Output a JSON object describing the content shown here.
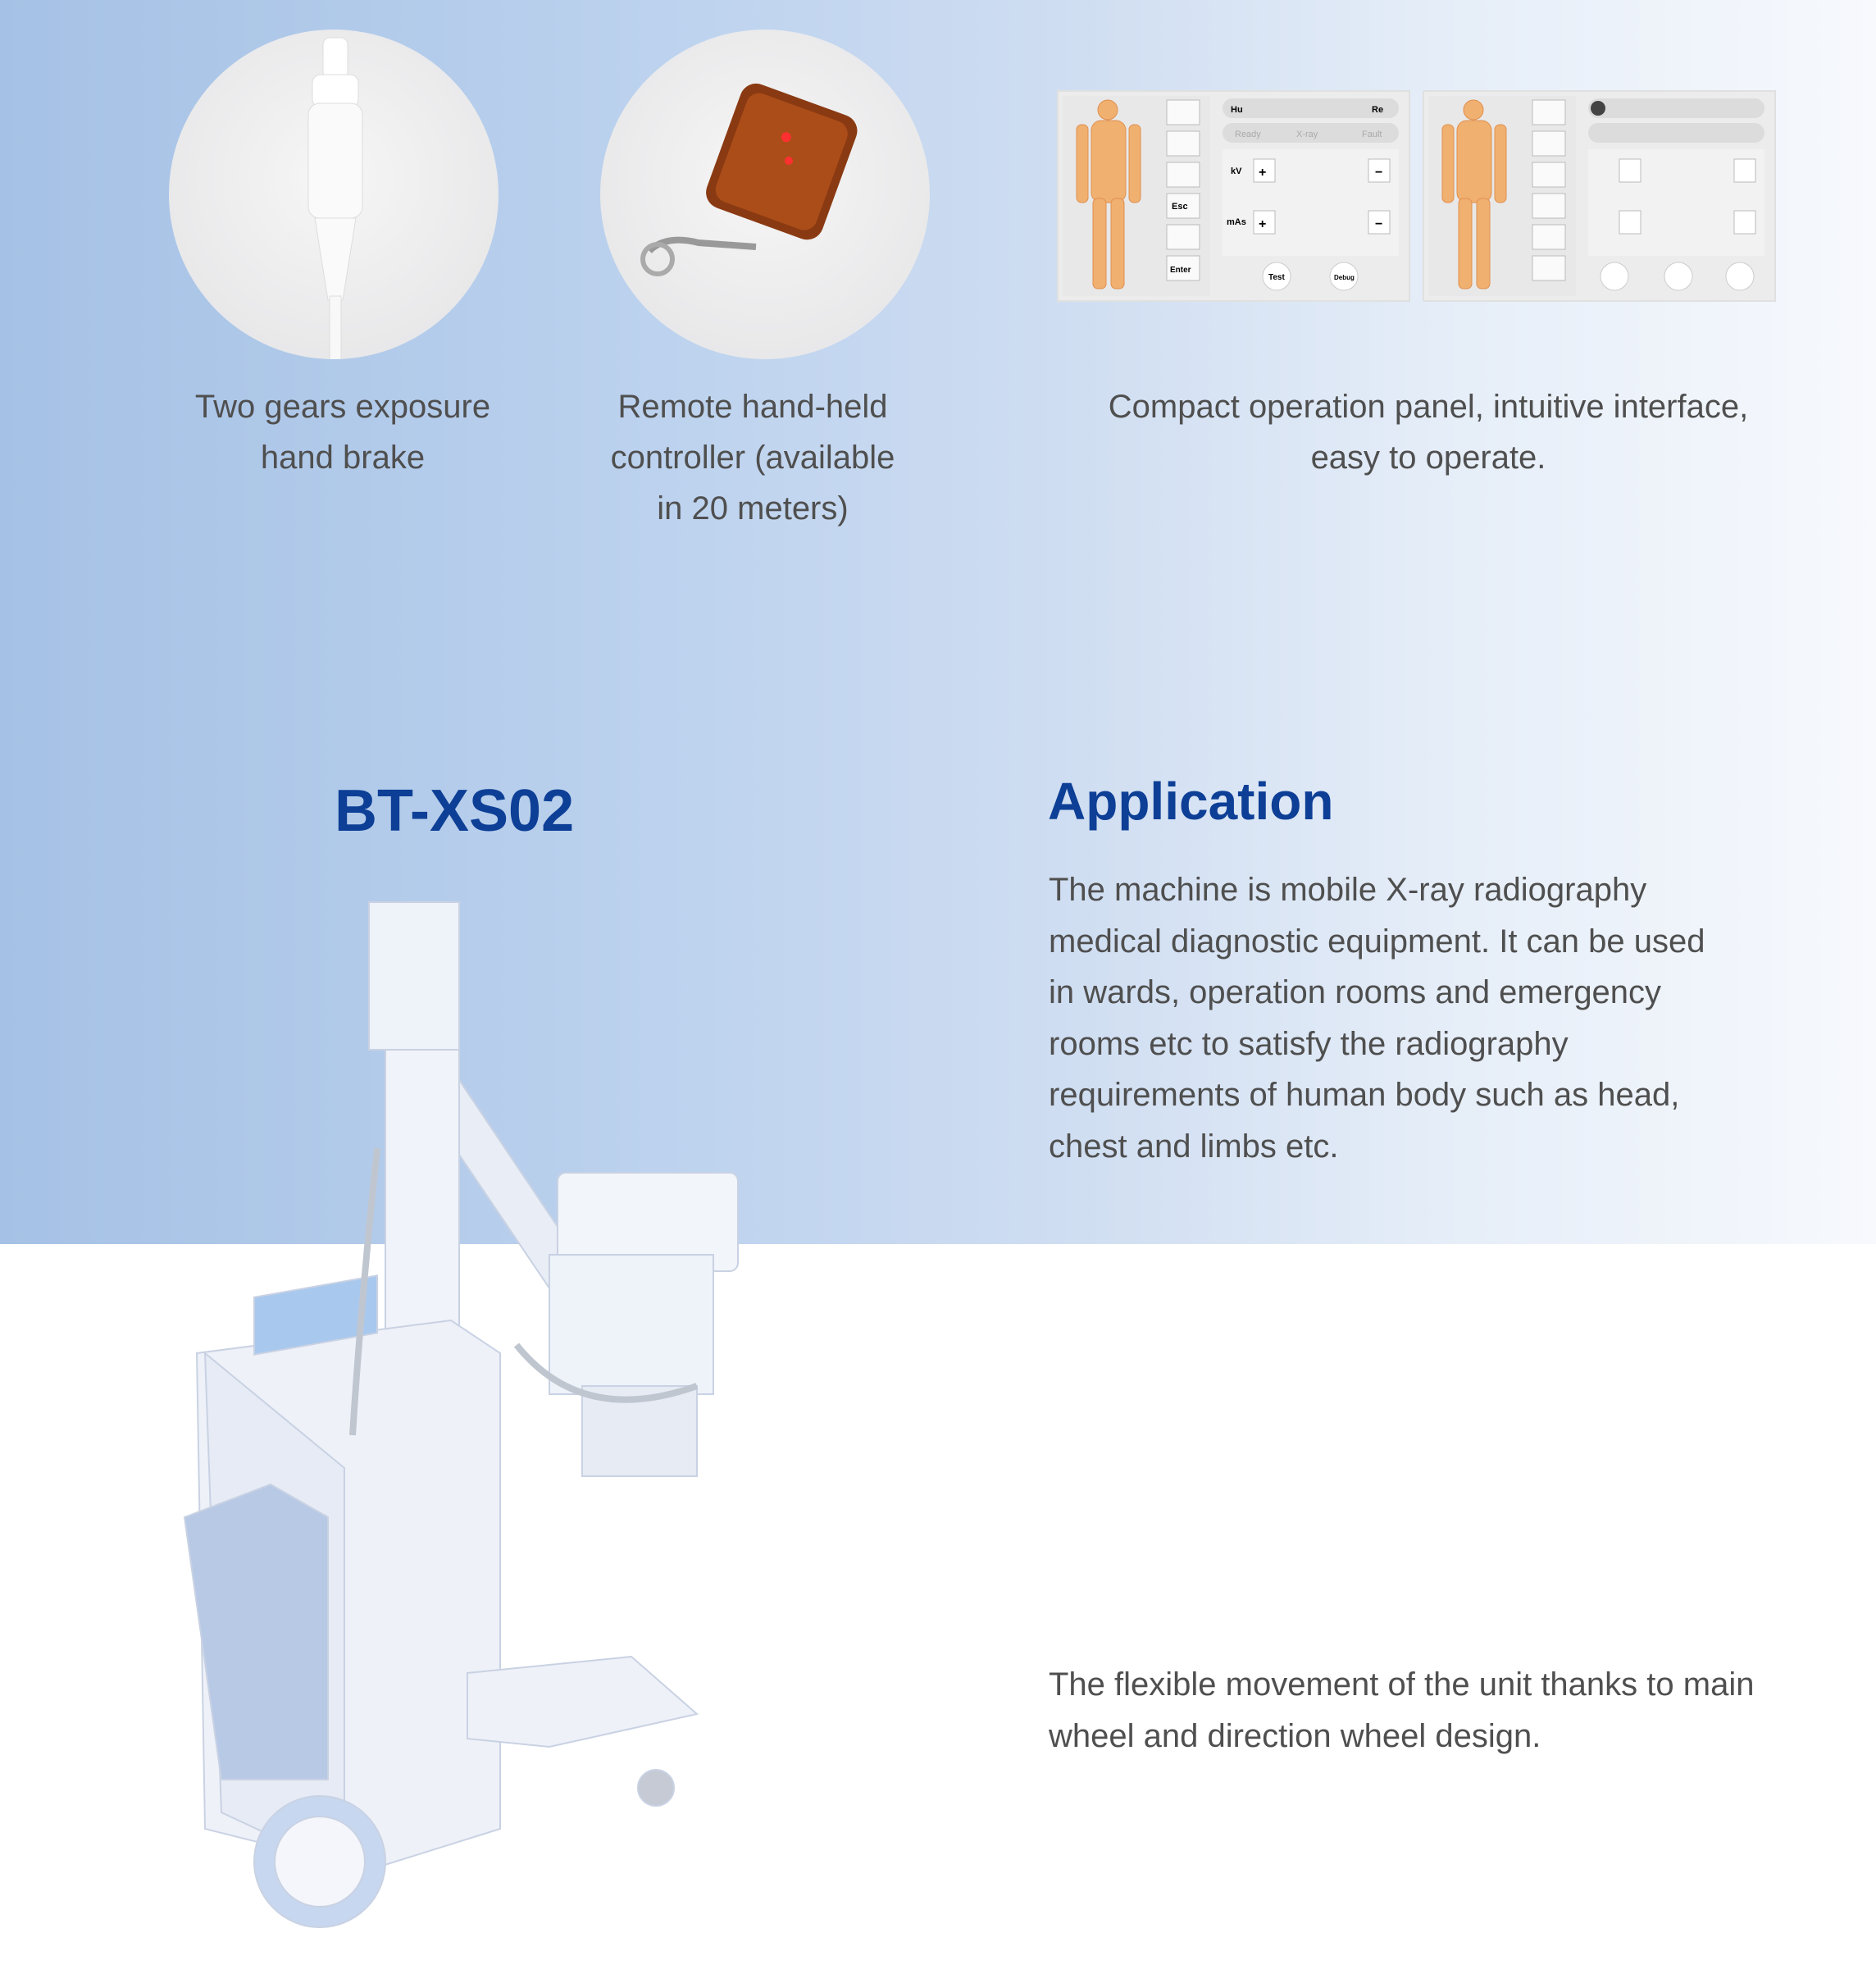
{
  "features": [
    {
      "caption_lines": [
        "Two gears exposure",
        "hand brake"
      ],
      "icon": "hand-brake-image"
    },
    {
      "caption_lines": [
        "Remote hand-held",
        "controller (available",
        "in 20 meters)"
      ],
      "icon": "remote-controller-image"
    },
    {
      "caption_lines": [
        "Compact operation panel, intuitive interface,",
        "easy to operate."
      ],
      "icon": "operation-panel-image"
    }
  ],
  "panel": {
    "status": [
      "Ready",
      "X-ray",
      "Fault"
    ],
    "top_labels": [
      "Hu",
      "Re"
    ],
    "rows": [
      "kV",
      "mAs"
    ],
    "side_buttons": [
      "Esc",
      "Enter"
    ],
    "bottom_buttons": [
      "Test",
      "Debug"
    ]
  },
  "model": "BT-XS02",
  "application": {
    "heading": "Application",
    "lines": [
      "The machine is mobile X-ray radiography",
      "medical diagnostic equipment. It can be used",
      "in wards, operation rooms and emergency",
      "rooms etc to satisfy the radiography",
      "requirements of human body such as head,",
      "chest and limbs etc."
    ]
  },
  "movement": {
    "lines": [
      "The flexible movement of the unit thanks to main",
      "wheel and direction wheel design."
    ]
  },
  "colors": {
    "heading": "#0d3f96",
    "text": "#4f4f4f",
    "band_left": "#a5c1e5",
    "band_right": "#f7f9fd"
  }
}
